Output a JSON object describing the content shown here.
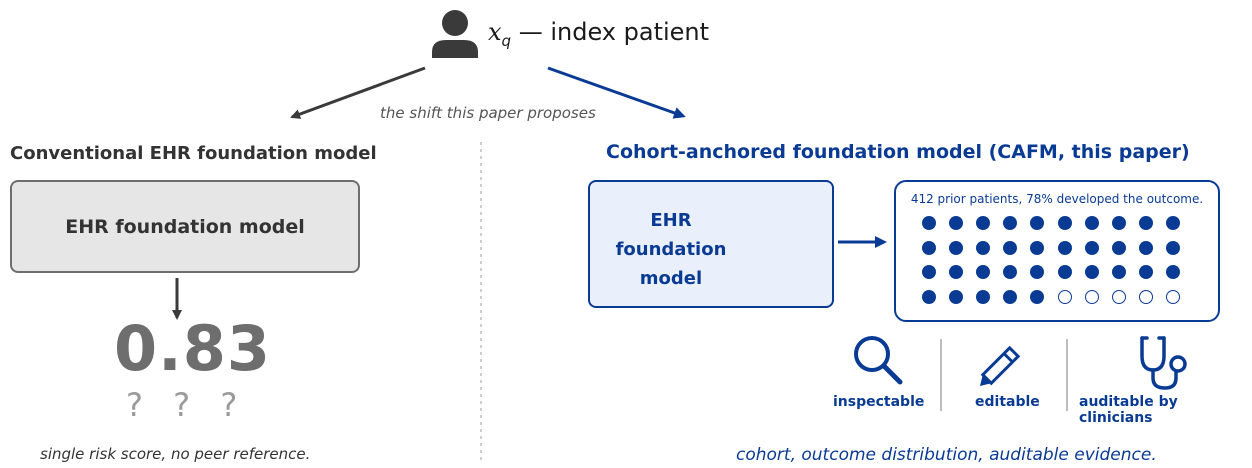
{
  "header": {
    "index_symbol": "x",
    "index_subscript": "q",
    "index_label": "— index patient",
    "shift_caption": "the shift this paper proposes"
  },
  "left_panel": {
    "heading": "Conventional EHR foundation model",
    "model_box_label": "EHR foundation model",
    "risk_score": "0.83",
    "uncertainty_marks": "? ? ?",
    "caption": "single risk score, no peer reference."
  },
  "right_panel": {
    "heading": "Cohort-anchored foundation model (CAFM, this paper)",
    "model_box_label": "EHR foundation model",
    "cohort_summary": "412 prior patients, 78% developed the outcome.",
    "cohort_grid": {
      "rows": 4,
      "columns": 10,
      "filled_count": 35,
      "total_count": 40
    },
    "properties": [
      {
        "label": "inspectable",
        "icon": "magnifier-icon"
      },
      {
        "label": "editable",
        "icon": "pencil-icon"
      },
      {
        "label": "auditable by clinicians",
        "icon": "stethoscope-icon"
      }
    ],
    "caption": "cohort, outcome distribution, auditable evidence."
  },
  "colors": {
    "accent_blue": "#0a3b94",
    "box_blue_fill": "#eaf0fb",
    "neutral_dark": "#333333",
    "neutral_gray": "#6e6e6e",
    "box_gray_fill": "#e6e6e6"
  }
}
